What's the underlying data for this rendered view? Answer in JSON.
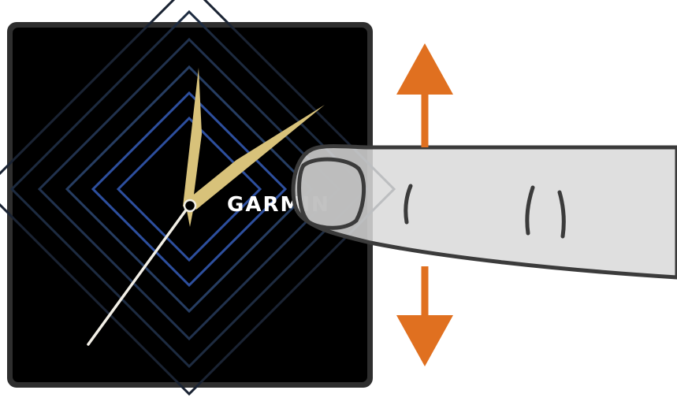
{
  "watch": {
    "brand": "GARMIN"
  },
  "gesture": {
    "type": "swipe-vertical",
    "directions": [
      "up",
      "down"
    ]
  },
  "colors": {
    "watch_bezel": "#2e2e2e",
    "watch_screen": "#000000",
    "pattern_blue": "#2d4f9e",
    "pattern_dark": "#1d2d45",
    "hand_gold": "#d8c27a",
    "second_hand": "#f2efe6",
    "arrow_orange": "#e07020",
    "finger_fill": "#d9d9d9",
    "finger_outline": "#3b3b3b"
  }
}
